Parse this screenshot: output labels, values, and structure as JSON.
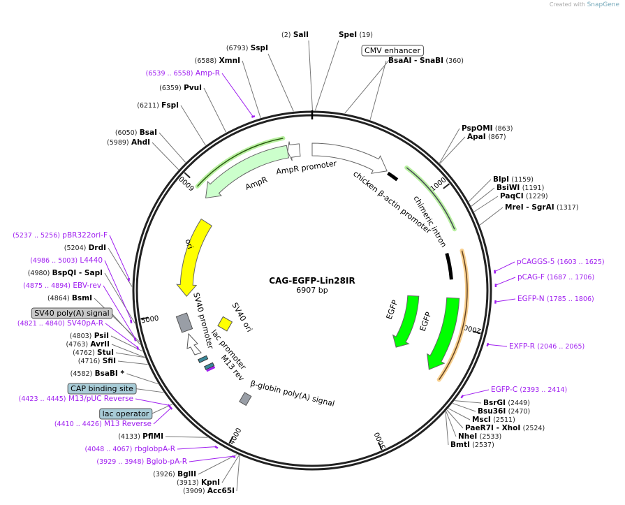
{
  "credit": {
    "prefix": "Created with",
    "brand": "SnapGene"
  },
  "plasmid": {
    "name": "CAG-EGFP-Lin28IR",
    "length_label": "6907 bp",
    "length_bp": 6907
  },
  "colors": {
    "primer": "#a020f0",
    "ampr": "#ccffcc",
    "ori": "#ffff00",
    "egfp": "#00ff00",
    "gray_feature": "#999ea6",
    "lac_box": "#a8ccd7",
    "gray_box": "#c8c8c8"
  },
  "ticks": [
    {
      "bp": 1000,
      "label": "1000"
    },
    {
      "bp": 2000,
      "label": "2000"
    },
    {
      "bp": 3000,
      "label": "3000"
    },
    {
      "bp": 4000,
      "label": "4000"
    },
    {
      "bp": 5000,
      "label": "5000"
    },
    {
      "bp": 6000,
      "label": "6000"
    }
  ],
  "labels": [
    {
      "pos": "(2)",
      "name": "SalI",
      "bp": 2,
      "kind": "site"
    },
    {
      "pos": "(19)",
      "name": "SpeI",
      "bp": 19,
      "kind": "site"
    },
    {
      "pos": "",
      "name": "CMV enhancer",
      "bp": 200,
      "kind": "box"
    },
    {
      "pos": "(360)",
      "name": "BsaAI  - SnaBI",
      "bp": 360,
      "kind": "site"
    },
    {
      "pos": "(863)",
      "name": "PspOMI",
      "bp": 863,
      "kind": "site"
    },
    {
      "pos": "(867)",
      "name": "ApaI",
      "bp": 867,
      "kind": "site"
    },
    {
      "pos": "(1159)",
      "name": "BlpI",
      "bp": 1159,
      "kind": "site"
    },
    {
      "pos": "(1191)",
      "name": "BsiWI",
      "bp": 1191,
      "kind": "site"
    },
    {
      "pos": "(1229)",
      "name": "PaqCI",
      "bp": 1229,
      "kind": "site"
    },
    {
      "pos": "(1317)",
      "name": "MreI  - SgrAI",
      "bp": 1317,
      "kind": "site"
    },
    {
      "pos": "(1603 .. 1625)",
      "name": "pCAGGS-5",
      "bp": 1614,
      "kind": "primer"
    },
    {
      "pos": "(1687 .. 1706)",
      "name": "pCAG-F",
      "bp": 1696,
      "kind": "primer"
    },
    {
      "pos": "(1785 .. 1806)",
      "name": "EGFP-N",
      "bp": 1795,
      "kind": "primer"
    },
    {
      "pos": "(2046 .. 2065)",
      "name": "EXFP-R",
      "bp": 2055,
      "kind": "primer"
    },
    {
      "pos": "(2393 .. 2414)",
      "name": "EGFP-C",
      "bp": 2403,
      "kind": "primer"
    },
    {
      "pos": "(2449)",
      "name": "BsrGI",
      "bp": 2449,
      "kind": "site"
    },
    {
      "pos": "(2470)",
      "name": "Bsu36I",
      "bp": 2470,
      "kind": "site"
    },
    {
      "pos": "(2511)",
      "name": "MscI",
      "bp": 2511,
      "kind": "site"
    },
    {
      "pos": "(2524)",
      "name": "PaeR7I  - XhoI",
      "bp": 2524,
      "kind": "site"
    },
    {
      "pos": "(2533)",
      "name": "NheI",
      "bp": 2533,
      "kind": "site"
    },
    {
      "pos": "(2537)",
      "name": "BmtI",
      "bp": 2537,
      "kind": "site"
    },
    {
      "pos": "(3909)",
      "name": "Acc65I",
      "bp": 3909,
      "kind": "site"
    },
    {
      "pos": "(3913)",
      "name": "KpnI",
      "bp": 3913,
      "kind": "site"
    },
    {
      "pos": "(3926)",
      "name": "BglII",
      "bp": 3926,
      "kind": "site"
    },
    {
      "pos": "(3929 .. 3948)",
      "name": "Bglob-pA-R",
      "bp": 3938,
      "kind": "primer"
    },
    {
      "pos": "(4048 .. 4067)",
      "name": "rbglobpA-R",
      "bp": 4057,
      "kind": "primer"
    },
    {
      "pos": "(4133)",
      "name": "PflMI",
      "bp": 4133,
      "kind": "site"
    },
    {
      "pos": "(4410 .. 4426)",
      "name": "M13 Reverse",
      "bp": 4418,
      "kind": "primer"
    },
    {
      "pos": "",
      "name": "lac operator",
      "bp": 4430,
      "kind": "lacbox"
    },
    {
      "pos": "(4423 .. 4445)",
      "name": "M13/pUC Reverse",
      "bp": 4434,
      "kind": "primer"
    },
    {
      "pos": "",
      "name": "CAP binding site",
      "bp": 4520,
      "kind": "lacbox"
    },
    {
      "pos": "(4582)",
      "name": "BsaBI *",
      "bp": 4582,
      "kind": "site"
    },
    {
      "pos": "(4716)",
      "name": "SfiI",
      "bp": 4716,
      "kind": "site"
    },
    {
      "pos": "(4762)",
      "name": "StuI",
      "bp": 4762,
      "kind": "site"
    },
    {
      "pos": "(4763)",
      "name": "AvrII",
      "bp": 4763,
      "kind": "site"
    },
    {
      "pos": "(4803)",
      "name": "PsiI",
      "bp": 4803,
      "kind": "site"
    },
    {
      "pos": "(4821 .. 4840)",
      "name": "SV40pA-R",
      "bp": 4830,
      "kind": "primer"
    },
    {
      "pos": "",
      "name": "SV40 poly(A) signal",
      "bp": 4845,
      "kind": "box"
    },
    {
      "pos": "(4864)",
      "name": "BsmI",
      "bp": 4864,
      "kind": "site"
    },
    {
      "pos": "(4875 .. 4894)",
      "name": "EBV-rev",
      "bp": 4884,
      "kind": "primer"
    },
    {
      "pos": "(4980)",
      "name": "BspQI  - SapI",
      "bp": 4980,
      "kind": "site"
    },
    {
      "pos": "(4986 .. 5003)",
      "name": "L4440",
      "bp": 4994,
      "kind": "primer"
    },
    {
      "pos": "(5204)",
      "name": "DrdI",
      "bp": 5204,
      "kind": "site"
    },
    {
      "pos": "(5237 .. 5256)",
      "name": "pBR322ori-F",
      "bp": 5246,
      "kind": "primer"
    },
    {
      "pos": "(5989)",
      "name": "AhdI",
      "bp": 5989,
      "kind": "site"
    },
    {
      "pos": "(6050)",
      "name": "BsaI",
      "bp": 6050,
      "kind": "site"
    },
    {
      "pos": "(6211)",
      "name": "FspI",
      "bp": 6211,
      "kind": "site"
    },
    {
      "pos": "(6359)",
      "name": "PvuI",
      "bp": 6359,
      "kind": "site"
    },
    {
      "pos": "(6539 .. 6558)",
      "name": "Amp-R",
      "bp": 6548,
      "kind": "primer"
    },
    {
      "pos": "(6588)",
      "name": "XmnI",
      "bp": 6588,
      "kind": "site"
    },
    {
      "pos": "(6793)",
      "name": "SspI",
      "bp": 6793,
      "kind": "site"
    }
  ],
  "features": [
    {
      "name": "AmpR",
      "start": 5967,
      "end": 6715,
      "dir": -1,
      "color": "#ccffcc",
      "track": "outer"
    },
    {
      "name": "AmpR promoter",
      "start": 6715,
      "end": 6810,
      "dir": -1,
      "color": "#ffffff",
      "track": "outer"
    },
    {
      "name": "chicken β-actin promoter",
      "start": 0,
      "end": 615,
      "dir": 1,
      "color": "#ffffff",
      "track": "outer"
    },
    {
      "name": "ori",
      "start": 5130,
      "end": 5810,
      "dir": -1,
      "color": "#ffff00",
      "track": "mid"
    },
    {
      "name": "EGFP",
      "start": 1785,
      "end": 2380,
      "dir": 1,
      "color": "#00ff00",
      "track": "outer"
    },
    {
      "name": "EGFP",
      "start": 1785,
      "end": 2380,
      "dir": 1,
      "color": "#00ff00",
      "track": "inner"
    }
  ],
  "feature_labels": {
    "ampr_promoter": "AmpR promoter",
    "ampr": "AmpR",
    "cba_promoter": "chicken β-actin promoter",
    "chimeric_intron": "chimeric intron",
    "ori": "ori",
    "egfp_outer": "EGFP",
    "egfp_inner": "EGFP",
    "sv40_promoter": "SV40 promoter",
    "sv40_ori": "SV40 ori",
    "lac_promoter": "lac promoter",
    "m13_rev": "M13 rev",
    "bglobin_pa": "β-globin poly(A) signal"
  }
}
